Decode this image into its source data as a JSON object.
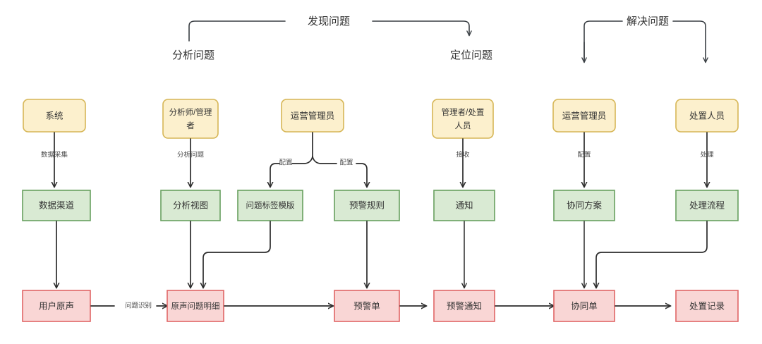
{
  "diagram": {
    "title": "",
    "colors": {
      "actor_fill": "#fcf0cd",
      "actor_stroke": "#d6b656",
      "asset_fill": "#d9ead3",
      "asset_stroke": "#68a05f",
      "record_fill": "#f9d6d5",
      "record_stroke": "#e06666",
      "edge": "#2b2b2b",
      "text": "#333333",
      "background": "#ffffff"
    },
    "phases": [
      {
        "label": "发现问题",
        "name": "phase-discover"
      },
      {
        "label": "分析问题",
        "name": "phase-analyze"
      },
      {
        "label": "定位问题",
        "name": "phase-locate"
      },
      {
        "label": "解决问题",
        "name": "phase-resolve"
      }
    ],
    "actors": [
      {
        "label": "系统",
        "lines": [
          "系统"
        ]
      },
      {
        "label": "分析师/管理者",
        "lines": [
          "分析师/管理",
          "者"
        ]
      },
      {
        "label": "运营管理员",
        "lines": [
          "运营管理员"
        ]
      },
      {
        "label": "管理者/处置人员",
        "lines": [
          "管理者/处置",
          "人员"
        ]
      },
      {
        "label": "运营管理员",
        "lines": [
          "运营管理员"
        ]
      },
      {
        "label": "处置人员",
        "lines": [
          "处置人员"
        ]
      }
    ],
    "assets": [
      {
        "label": "数据渠道"
      },
      {
        "label": "分析视图"
      },
      {
        "label": "问题标签模版"
      },
      {
        "label": "预警规则"
      },
      {
        "label": "通知"
      },
      {
        "label": "协同方案"
      },
      {
        "label": "处理流程"
      }
    ],
    "records": [
      {
        "label": "用户原声"
      },
      {
        "label": "原声问题明细"
      },
      {
        "label": "预警单"
      },
      {
        "label": "预警通知"
      },
      {
        "label": "协同单"
      },
      {
        "label": "处置记录"
      }
    ],
    "edge_labels": [
      {
        "label": "数据采集",
        "name": "edge-label-data-collection"
      },
      {
        "label": "分析问题",
        "name": "edge-label-analyze-problem"
      },
      {
        "label": "配置",
        "name": "edge-label-configure-left"
      },
      {
        "label": "配置",
        "name": "edge-label-configure-right"
      },
      {
        "label": "接收",
        "name": "edge-label-receive"
      },
      {
        "label": "配置",
        "name": "edge-label-configure-plan"
      },
      {
        "label": "处理",
        "name": "edge-label-handle"
      },
      {
        "label": "问题识别",
        "name": "edge-label-problem-identify"
      }
    ]
  }
}
